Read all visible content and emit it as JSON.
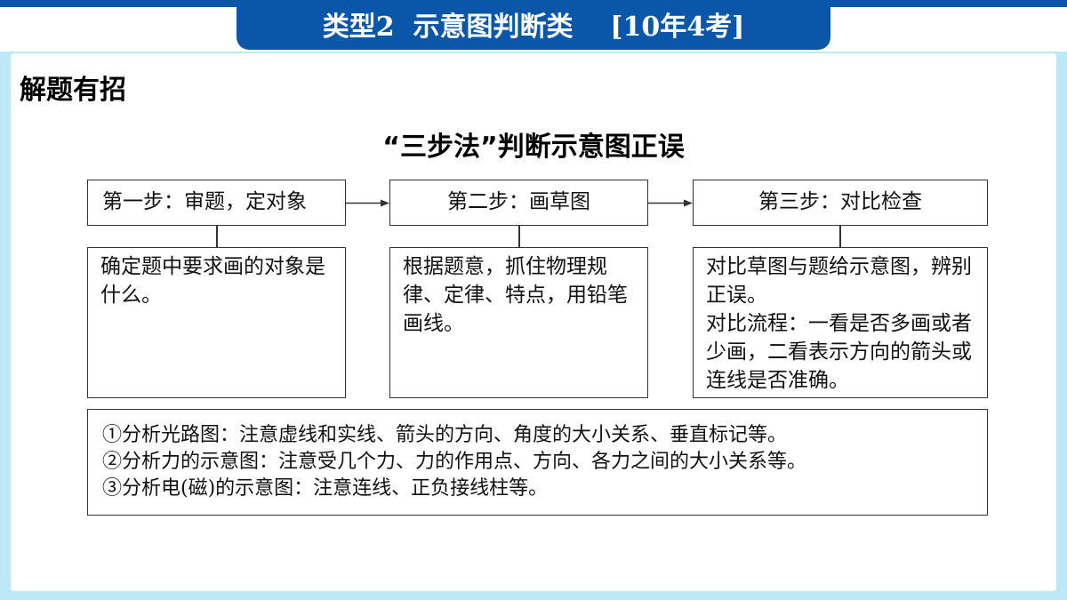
{
  "header": {
    "title": "类型2  示意图判断类    [10年4考]"
  },
  "section": {
    "heading": "解题有招"
  },
  "diagram": {
    "title": "“三步法”判断示意图正误",
    "steps": [
      {
        "label": "第一步：审题，定对象",
        "description": [
          "确定题中要求画的对象是什么。"
        ]
      },
      {
        "label": "第二步：画草图",
        "description": [
          "根据题意，抓住物理规律、定律、特点，用铅笔画线。"
        ]
      },
      {
        "label": "第三步：对比检查",
        "description": [
          "对比草图与题给示意图，辨别正误。",
          "对比流程：一看是否多画或者少画，二看表示方向的箭头或连线是否准确。"
        ]
      }
    ],
    "notes": [
      "①分析光路图：注意虚线和实线、箭头的方向、角度的大小关系、垂直标记等。",
      "②分析力的示意图：注意受几个力、力的作用点、方向、各力之间的大小关系等。",
      "③分析电(磁)的示意图：注意连线、正负接线柱等。"
    ]
  },
  "colors": {
    "header_blue": "#0a56a8",
    "frame_cyan": "#bde8f5"
  }
}
